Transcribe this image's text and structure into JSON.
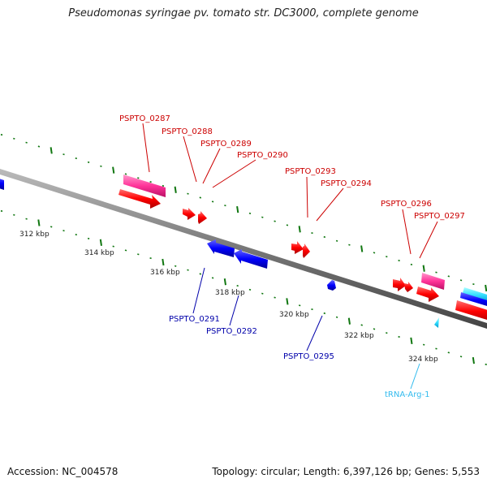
{
  "title": "Pseudomonas syringae pv. tomato str. DC3000, complete genome",
  "footer": {
    "accession": "Accession: NC_004578",
    "summary": "Topology: circular; Length: 6,397,126 bp; Genes: 5,553"
  },
  "colors": {
    "forward_gene": "#ff0000",
    "forward_gene_label": "#cc0000",
    "forward_pseudo": "#ff3399",
    "reverse_gene": "#0000ff",
    "reverse_gene_label": "#0000aa",
    "rna_gene": "#33ccff",
    "rna_label": "#33bbee",
    "tick": "#117711",
    "axis": "#888888"
  },
  "scale": {
    "unit": "kbp",
    "labels": [
      "312 kbp",
      "314 kbp",
      "316 kbp",
      "318 kbp",
      "320 kbp",
      "322 kbp",
      "324 kbp"
    ]
  },
  "genes": {
    "PSPTO_0287": "PSPTO_0287",
    "PSPTO_0288": "PSPTO_0288",
    "PSPTO_0289": "PSPTO_0289",
    "PSPTO_0290": "PSPTO_0290",
    "PSPTO_0291": "PSPTO_0291",
    "PSPTO_0292": "PSPTO_0292",
    "PSPTO_0293": "PSPTO_0293",
    "PSPTO_0294": "PSPTO_0294",
    "PSPTO_0295": "PSPTO_0295",
    "PSPTO_0296": "PSPTO_0296",
    "PSPTO_0297": "PSPTO_0297",
    "tRNA_Arg_1": "tRNA-Arg-1"
  }
}
